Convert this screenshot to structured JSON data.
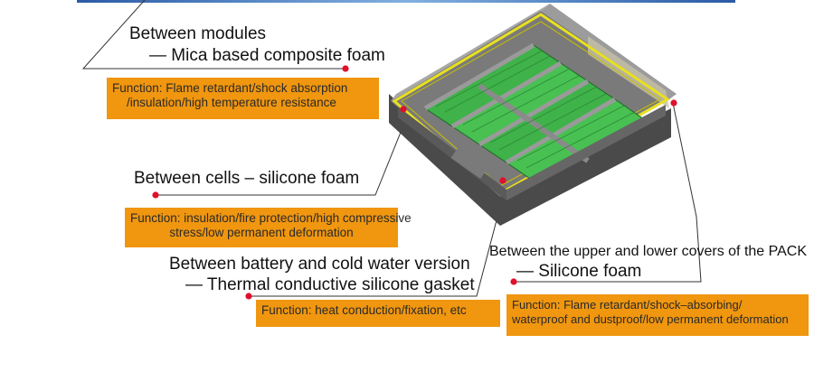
{
  "callouts": {
    "modules": {
      "title": "Between modules",
      "subtitle": "— Mica based composite foam",
      "function_lines": [
        "Function: Flame retardant/shock absorption",
        "/insulation/high temperature resistance"
      ]
    },
    "cells": {
      "title": "Between cells – silicone foam",
      "function_lines": [
        "Function: insulation/fire protection/high compressive",
        "stress/low permanent deformation"
      ]
    },
    "cold_water": {
      "title": "Between battery and cold water version",
      "subtitle": "— Thermal conductive silicone gasket",
      "function_lines": [
        "Function: heat conduction/fixation, etc"
      ]
    },
    "pack_covers": {
      "title": "Between the upper and lower covers of the PACK",
      "subtitle": "— Silicone foam",
      "function_lines": [
        "Function: Flame retardant/shock–absorbing/",
        "waterproof and dustproof/low permanent deformation"
      ]
    }
  },
  "colors": {
    "accent_box": "#f0960f",
    "marker": "#e0102a",
    "frame": "#e8e020",
    "cells": "#3fb24a",
    "tray": "#6c6c6c"
  }
}
